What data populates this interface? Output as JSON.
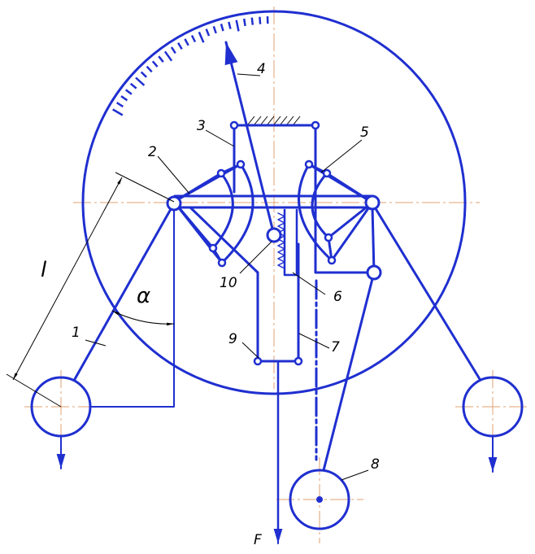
{
  "labels": {
    "n1": "1",
    "n2": "2",
    "n3": "3",
    "n4": "4",
    "n5": "5",
    "n6": "6",
    "n7": "7",
    "n8": "8",
    "n9": "9",
    "n10": "10",
    "length": "l",
    "angle": "α",
    "force": "F"
  },
  "colors": {
    "mechanism": "#1f2fd0",
    "centerline": "#e0a070",
    "dimension": "#000000"
  }
}
